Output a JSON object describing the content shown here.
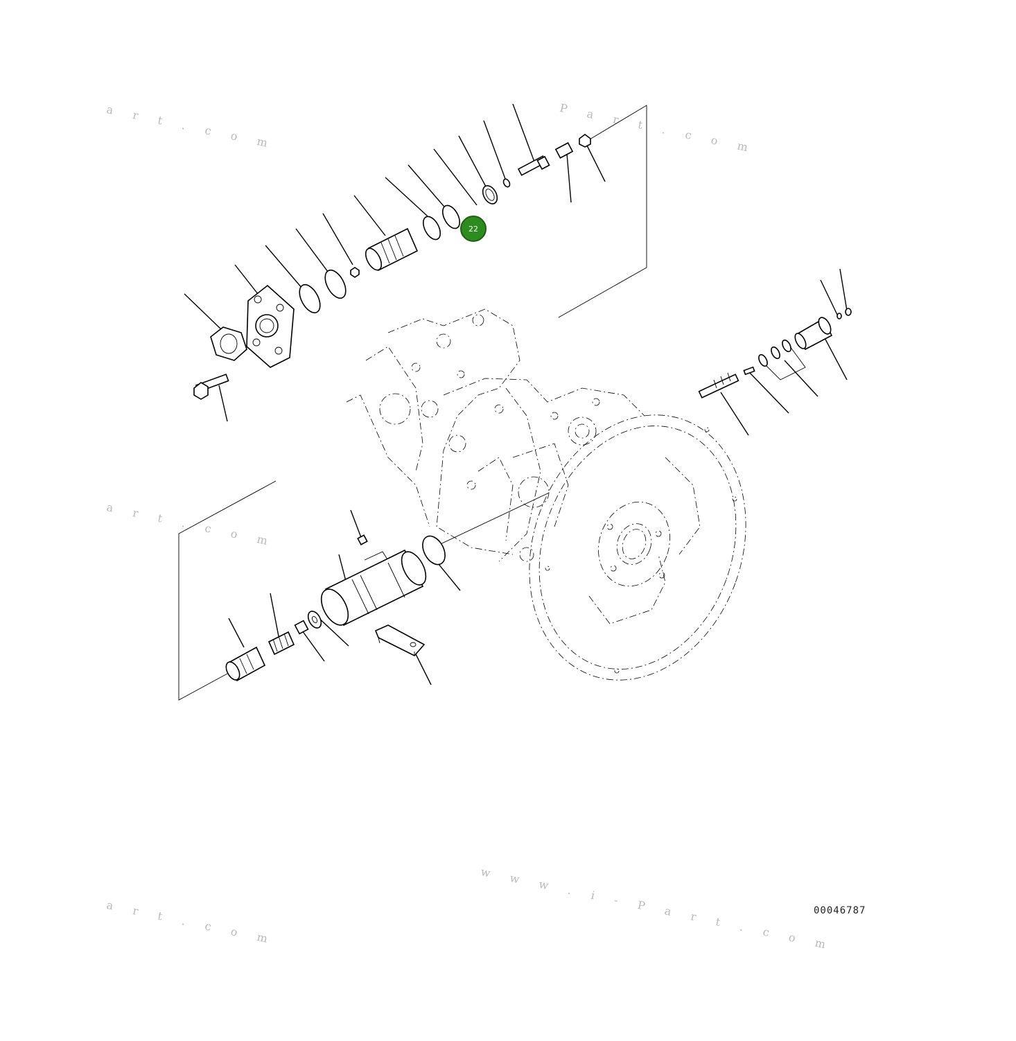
{
  "watermarks": {
    "wm1": "a r t . c o m",
    "wm2": "P a r t . c o m",
    "wm3": "a r t . c o m",
    "wm4": "w w w . i - P a r t . c o m",
    "wm5": "a r t . c o m"
  },
  "callouts": {
    "highlighted_label": "22",
    "highlight_color": "#2e8b1f"
  },
  "drawing_number": "00046787"
}
